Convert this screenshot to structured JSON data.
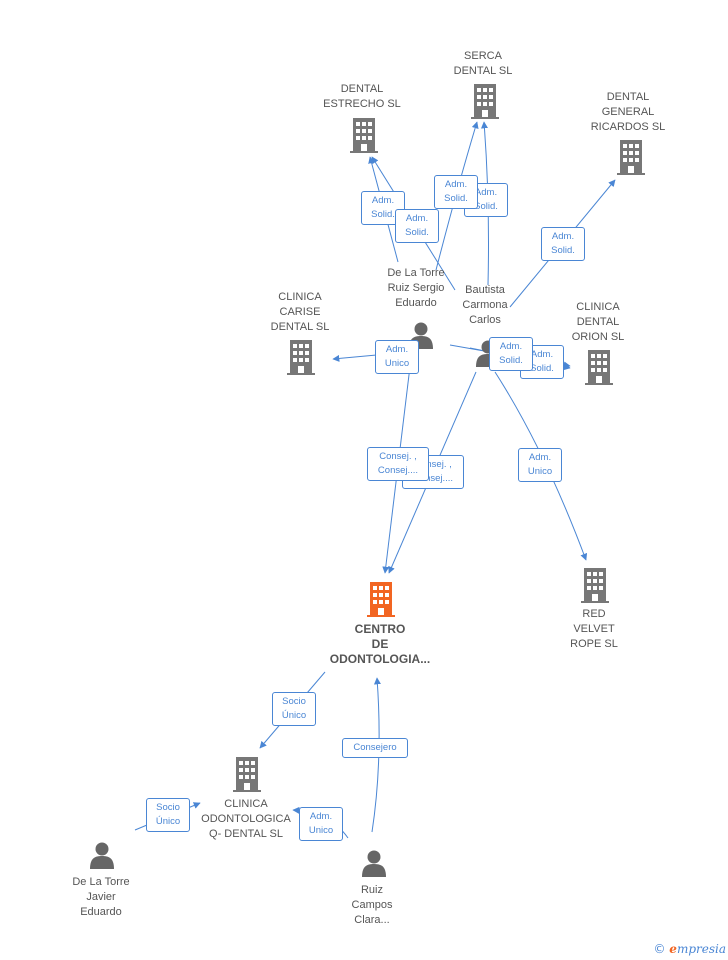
{
  "colors": {
    "edge": "#4a86d4",
    "company_icon": "#777777",
    "main_company_icon": "#f26522",
    "person_icon": "#666666"
  },
  "nodes": {
    "dental_estrecho": "DENTAL\nESTRECHO  SL",
    "serca_dental": "SERCA\nDENTAL SL",
    "dental_general_ricardos": "DENTAL\nGENERAL\nRICARDOS  SL",
    "clinica_carise": "CLINICA\nCARISE\nDENTAL  SL",
    "clinica_orion": "CLINICA\nDENTAL\nORION SL",
    "red_velvet": "RED\nVELVET\nROPE  SL",
    "centro": "CENTRO\nDE\nODONTOLOGIA...",
    "clinica_odontologica": "CLINICA\nODONTOLOGICA\nQ- DENTAL SL",
    "person_de_la_torre_sergio": "De La Torre\nRuiz Sergio\nEduardo",
    "person_bautista": "Bautista\nCarmona\nCarlos",
    "person_de_la_torre_javier": "De La Torre\nJavier\nEduardo",
    "person_ruiz_campos": "Ruiz\nCampos\nClara..."
  },
  "edges": {
    "e1": "Adm.\nSolid.",
    "e2": "Adm.\nSolid.",
    "e3": "Adm.\nSolid.",
    "e4": "Adm.\nSolid.",
    "e5": "Adm.\nSolid.",
    "e6": "Adm.\nUnico",
    "e7": "Adm.\nSolid.",
    "e8": "Adm.\nSolid.",
    "e9": "Consej. ,\nConsej....",
    "e10": "Consej. ,\nConsej....",
    "e11": "Adm.\nUnico",
    "e12": "Socio\nÚnico",
    "e13": "Consejero",
    "e14": "Socio\nÚnico",
    "e15": "Adm.\nUnico"
  },
  "watermark": {
    "copyright": "©",
    "brand_e": "e",
    "brand_rest": "mpresia"
  }
}
